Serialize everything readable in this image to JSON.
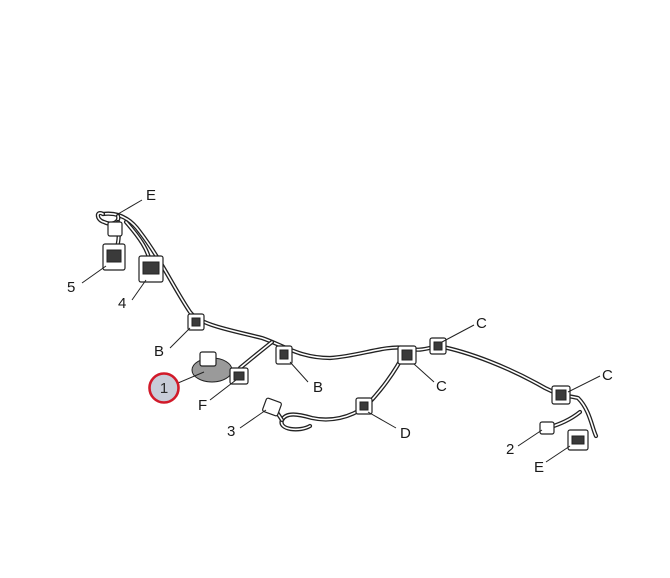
{
  "callouts": {
    "E_top": "E",
    "n5": "5",
    "n4": "4",
    "B_left": "B",
    "n1": "1",
    "F": "F",
    "n3": "3",
    "B_mid": "B",
    "D": "D",
    "C_top": "C",
    "C_mid": "C",
    "C_right": "C",
    "n2": "2",
    "E_bottom": "E"
  },
  "highlight": {
    "callout": "1",
    "ring_color": "#d11a2a",
    "fill_color": "#c8ccd8"
  }
}
